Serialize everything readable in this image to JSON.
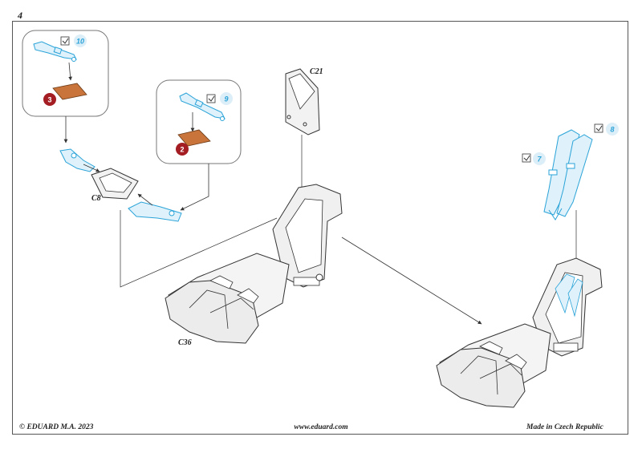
{
  "page": {
    "number": "4"
  },
  "footer": {
    "copyright": "© EDUARD  M.A. 2023",
    "website": "www.eduard.com",
    "origin": "Made in Czech Republic"
  },
  "parts": {
    "c21": "C21",
    "c8": "C8",
    "c36": "C36"
  },
  "callouts": {
    "pe_10": "10",
    "pe_9": "9",
    "pe_8": "8",
    "pe_7": "7",
    "paint_3": "3",
    "paint_2": "2"
  },
  "colors": {
    "photo_etch_blue": "#2aa3d8",
    "paint_red": "#a31d22",
    "leather_brown": "#c8743a",
    "outline": "#333333"
  }
}
